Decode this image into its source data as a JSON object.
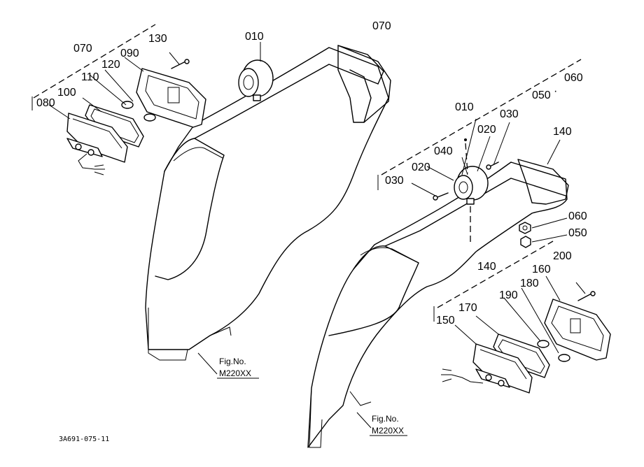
{
  "callouts": {
    "c070_top": "070",
    "c130": "130",
    "c090": "090",
    "c120": "120",
    "c110": "110",
    "c100": "100",
    "c080": "080",
    "c010_top": "010",
    "c070_right": "070",
    "c010_right": "010",
    "c050_right": "050",
    "c060_right": "060",
    "c020_a": "020",
    "c030_a": "030",
    "c040": "040",
    "c020_b": "020",
    "c030_b": "030",
    "c140_top": "140",
    "c060_b": "060",
    "c050_b": "050",
    "c140_mid": "140",
    "c200": "200",
    "c160": "160",
    "c180": "180",
    "c190": "190",
    "c170": "170",
    "c150": "150"
  },
  "figure_refs": [
    {
      "line1": "Fig.No.",
      "line2": "M220XX"
    },
    {
      "line1": "Fig.No.",
      "line2": "M220XX"
    }
  ],
  "drawing_code": "3A691-075-11"
}
